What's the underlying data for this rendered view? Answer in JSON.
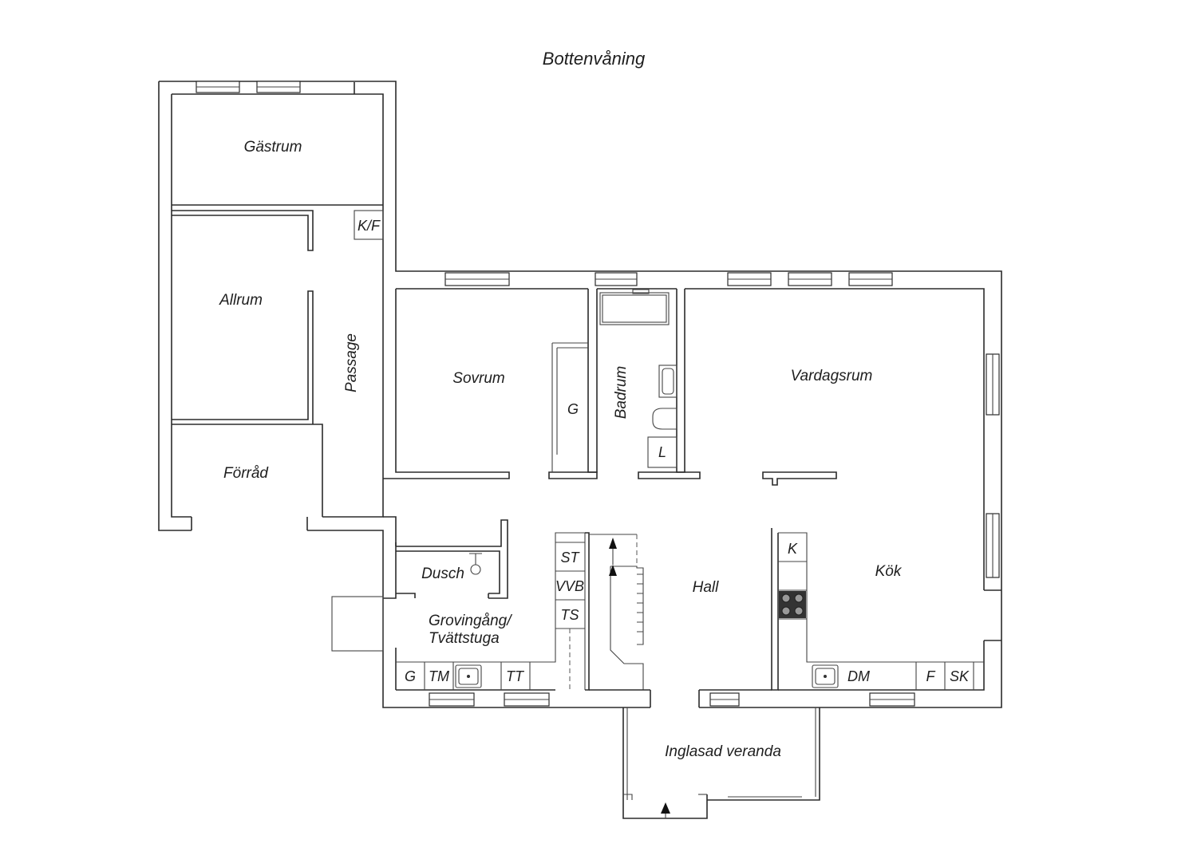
{
  "title": "Bottenvåning",
  "rooms": {
    "gastrum": "Gästrum",
    "allrum": "Allrum",
    "forrad": "Förråd",
    "passage": "Passage",
    "sovrum": "Sovrum",
    "badrum": "Badrum",
    "vardagsrum": "Vardagsrum",
    "kok": "Kök",
    "hall": "Hall",
    "dusch": "Dusch",
    "grovingang_1": "Grovingång/",
    "grovingang_2": "Tvättstuga",
    "veranda": "Inglasad veranda"
  },
  "fixtures": {
    "kf": "K/F",
    "g_closet": "G",
    "l_closet": "L",
    "st": "ST",
    "vvb": "VVB",
    "ts": "TS",
    "k": "K",
    "g_laundry": "G",
    "tm": "TM",
    "tt": "TT",
    "dm": "DM",
    "f": "F",
    "sk": "SK"
  }
}
